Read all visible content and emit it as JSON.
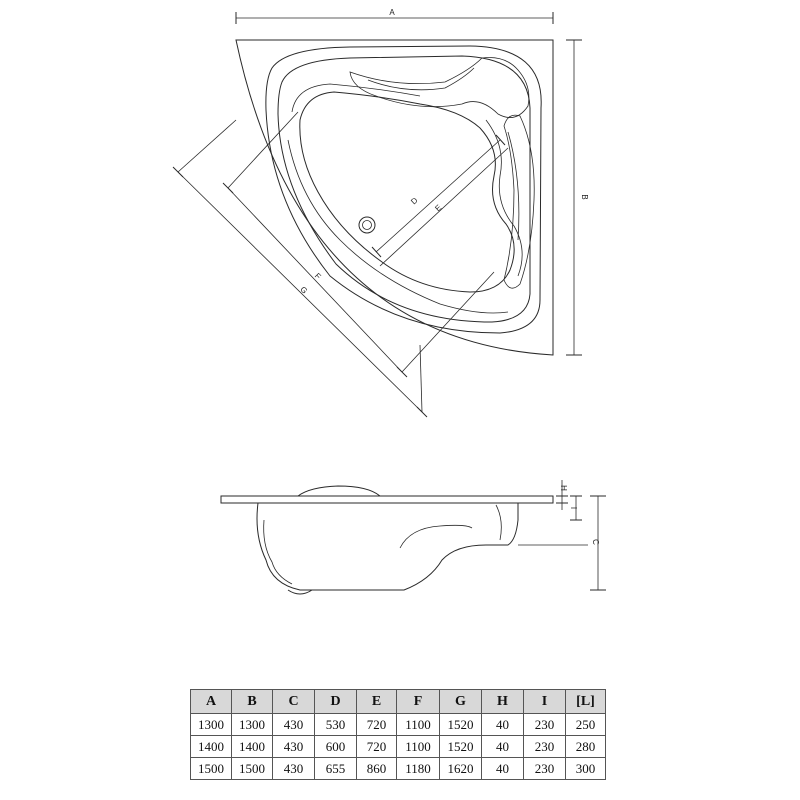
{
  "labels": {
    "A": "A",
    "B": "B",
    "C": "C",
    "D": "D",
    "E": "E",
    "F": "F",
    "G": "G",
    "H": "H",
    "I": "I"
  },
  "table": {
    "headers": [
      "A",
      "B",
      "C",
      "D",
      "E",
      "F",
      "G",
      "H",
      "I",
      "[L]"
    ],
    "rows": [
      [
        "1300",
        "1300",
        "430",
        "530",
        "720",
        "1100",
        "1520",
        "40",
        "230",
        "250"
      ],
      [
        "1400",
        "1400",
        "430",
        "600",
        "720",
        "1100",
        "1520",
        "40",
        "230",
        "280"
      ],
      [
        "1500",
        "1500",
        "430",
        "655",
        "860",
        "1180",
        "1620",
        "40",
        "230",
        "300"
      ]
    ]
  }
}
